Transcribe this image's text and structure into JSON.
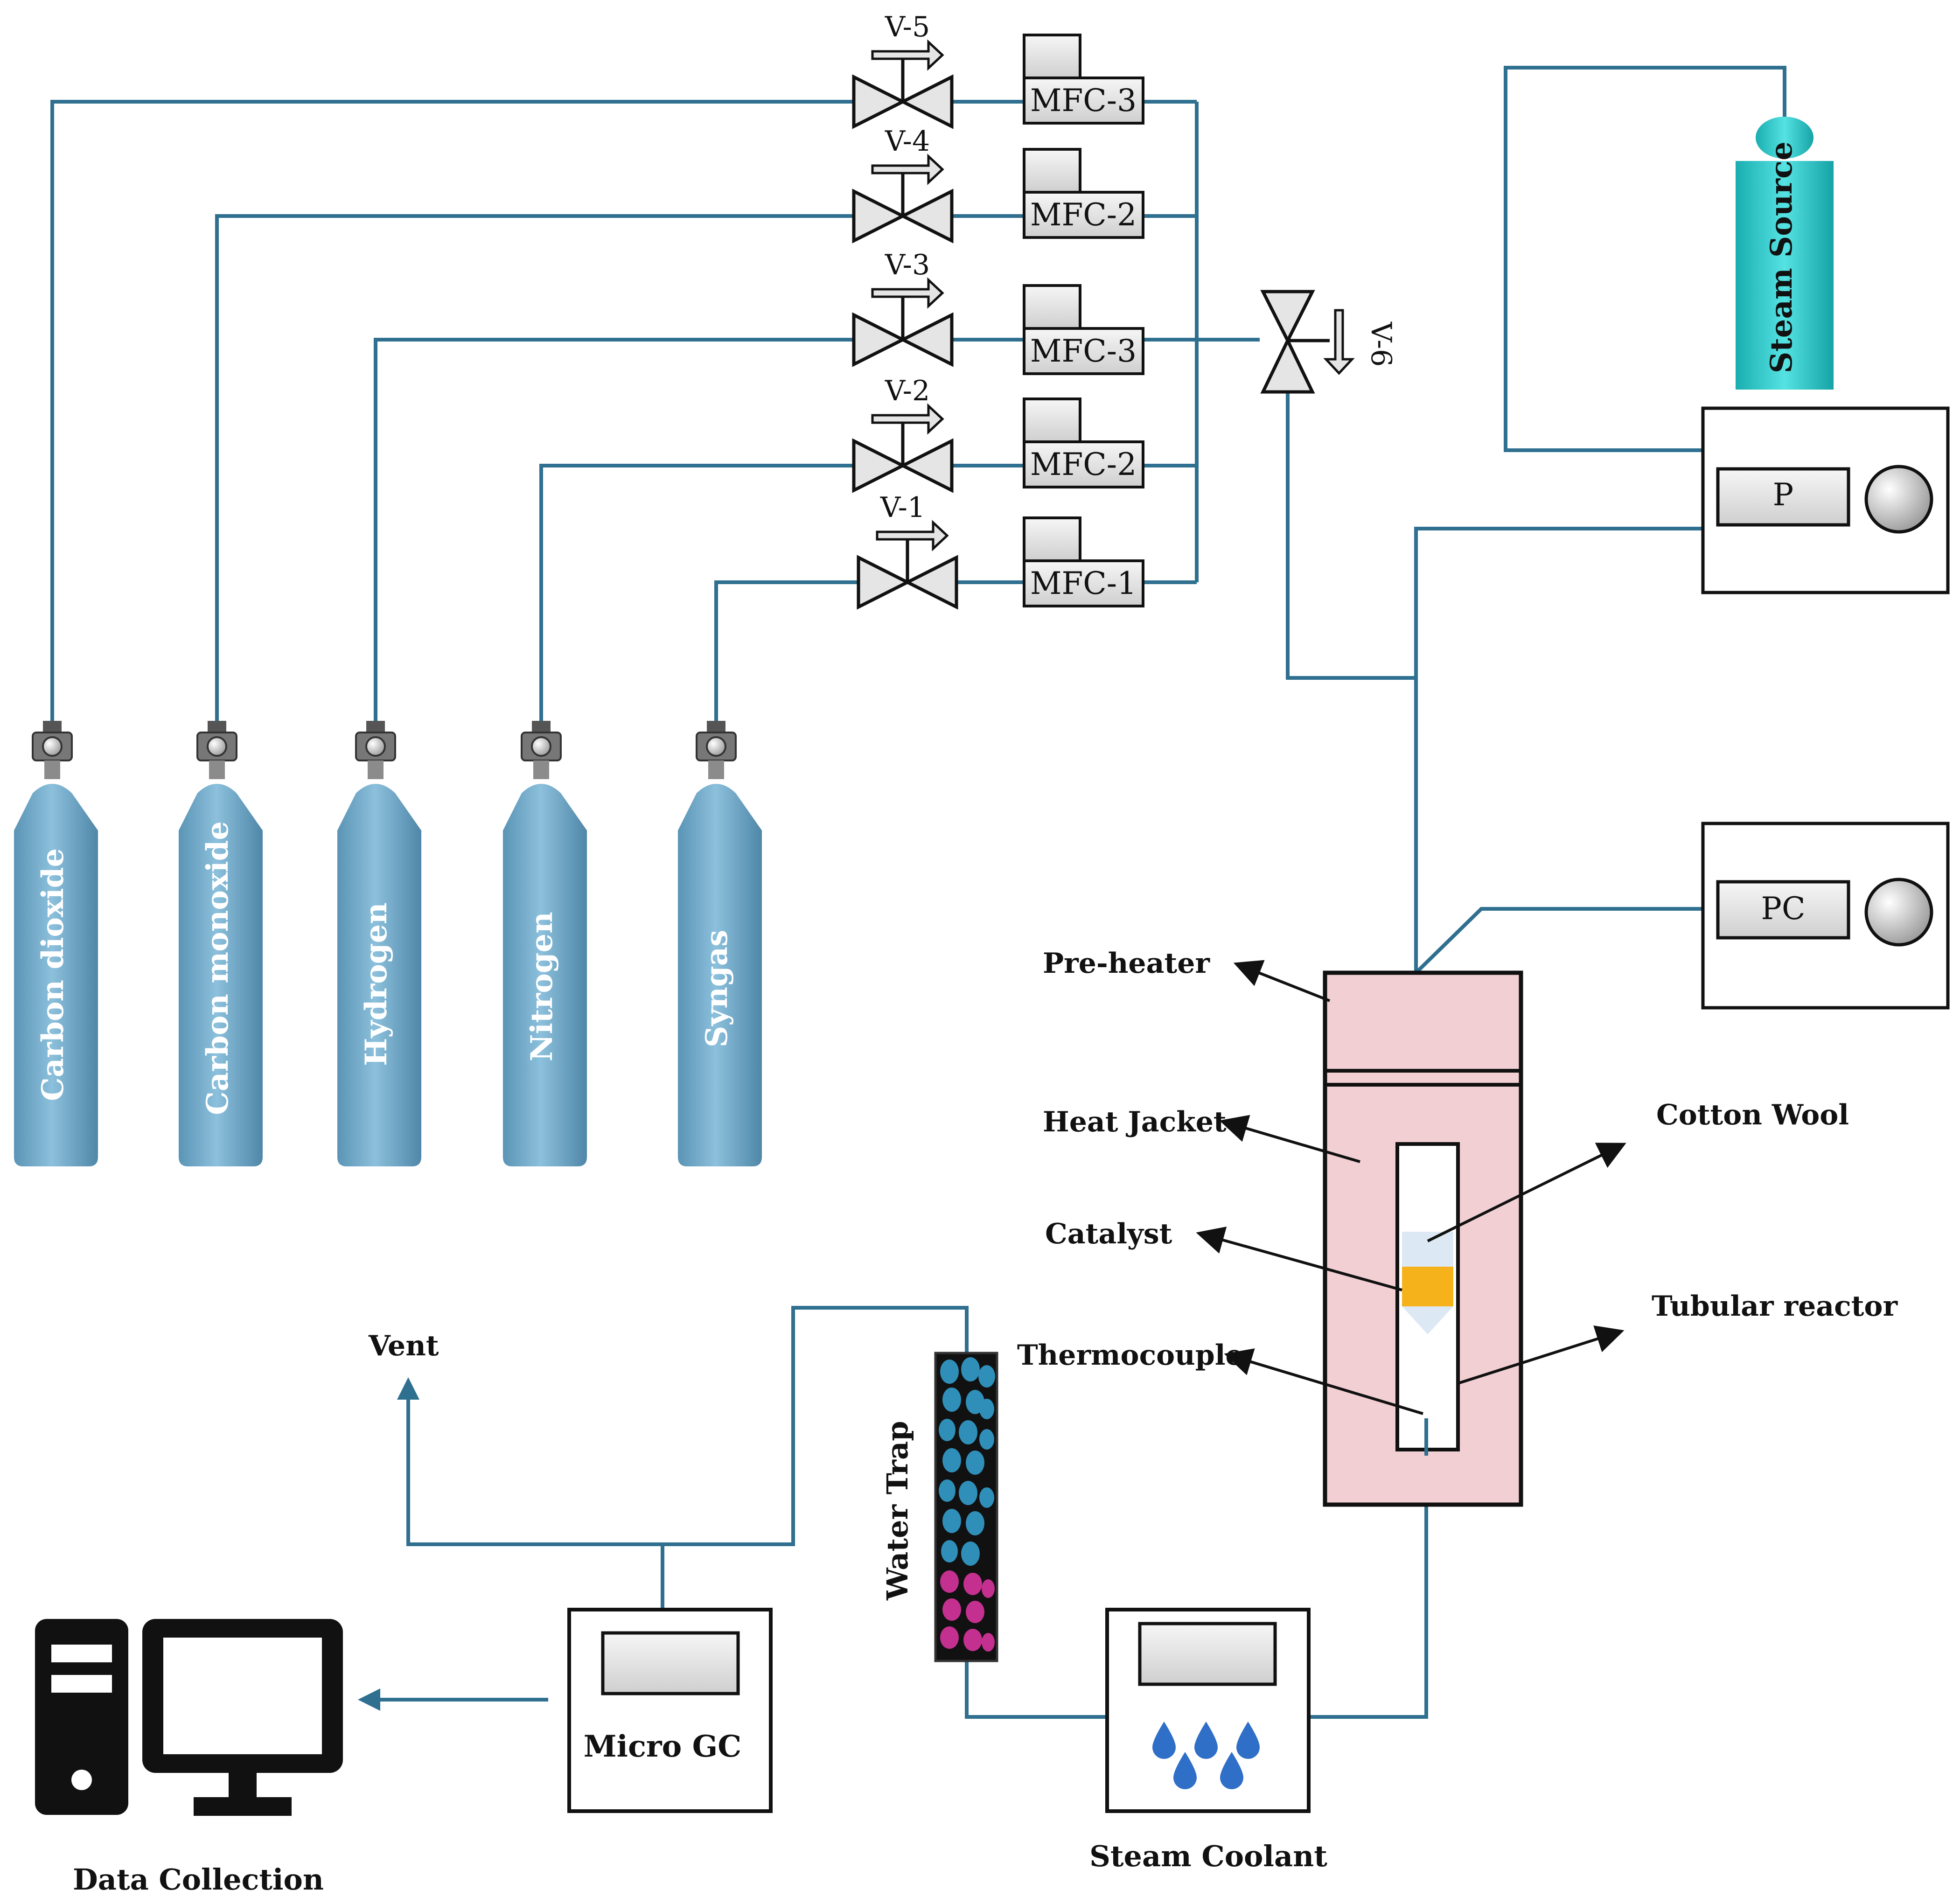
{
  "valves": [
    "V-5",
    "V-4",
    "V-3",
    "V-2",
    "V-1"
  ],
  "valve_side": "V-6",
  "mfcs": [
    "MFC-3",
    "MFC-2",
    "MFC-3",
    "MFC-2",
    "MFC-1"
  ],
  "cylinders": [
    "Carbon dioxide",
    "Carbon monoxide",
    "Hydrogen",
    "Nitrogen",
    "Syngas"
  ],
  "steam_source": "Steam Source",
  "pump_label": "P",
  "pc_label": "PC",
  "labels": {
    "preheater": "Pre-heater",
    "heat_jacket": "Heat Jacket",
    "catalyst": "Catalyst",
    "thermocouple": "Thermocouple",
    "cotton_wool": "Cotton Wool",
    "tubular_reactor": "Tubular reactor",
    "vent": "Vent",
    "water_trap": "Water Trap",
    "micro_gc": "Micro GC",
    "steam_coolant": "Steam Coolant",
    "data_collection": "Data Collection"
  },
  "colors": {
    "pipe": "#2f6f8f",
    "cylinder": "#6fa8c8",
    "steam_source": "#2bc9c9",
    "reactor": "#f2cfd3",
    "catalyst": "#f5b21a"
  }
}
